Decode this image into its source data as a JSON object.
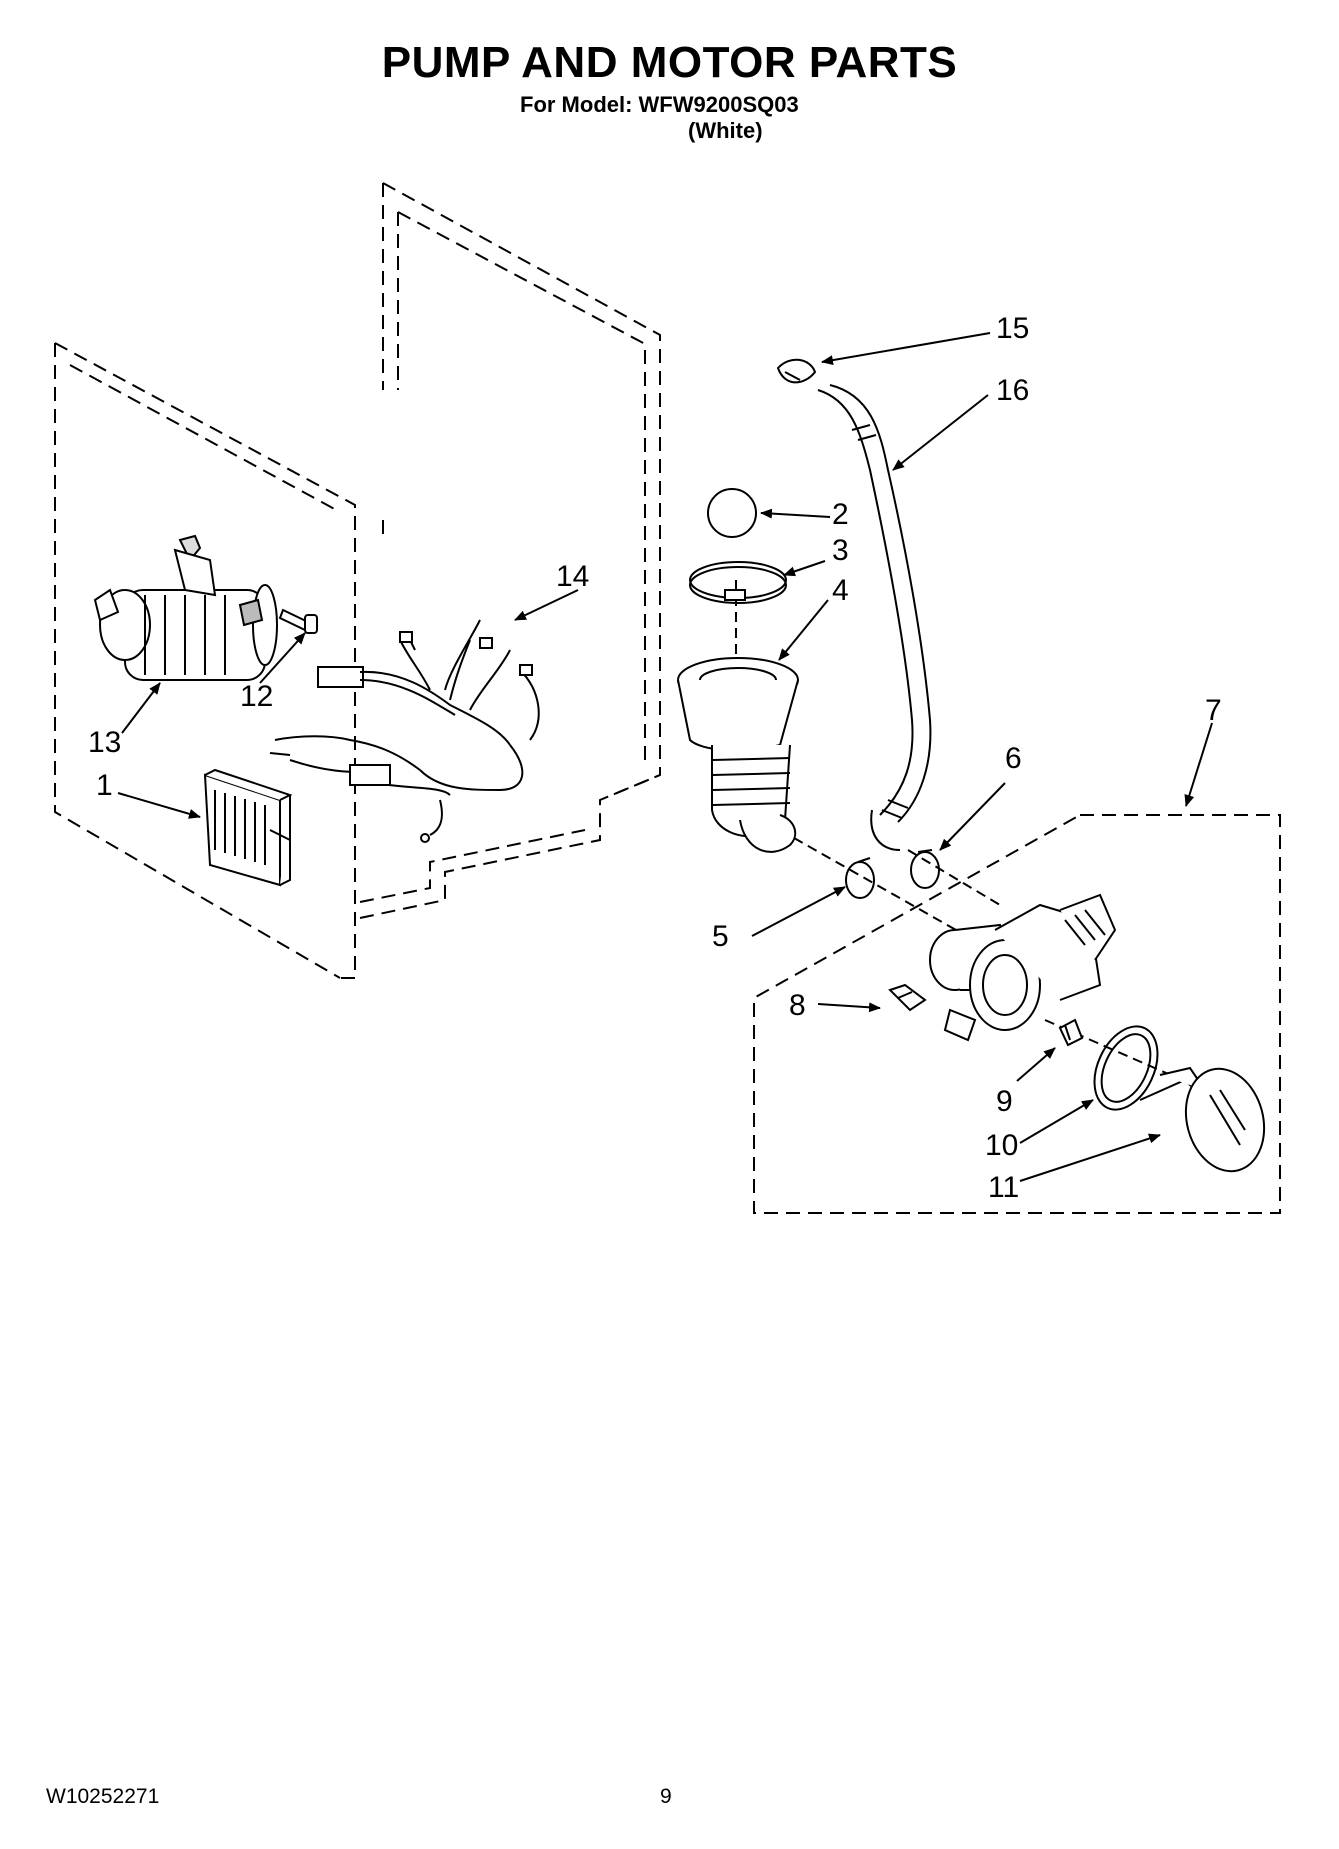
{
  "header": {
    "title": "PUMP AND MOTOR PARTS",
    "model_line": "For Model: WFW9200SQ03",
    "variant": "(White)"
  },
  "callouts": {
    "c1": "1",
    "c2": "2",
    "c3": "3",
    "c4": "4",
    "c5": "5",
    "c6": "6",
    "c7": "7",
    "c8": "8",
    "c9": "9",
    "c10": "10",
    "c11": "11",
    "c12": "12",
    "c13": "13",
    "c14": "14",
    "c15": "15",
    "c16": "16"
  },
  "footer": {
    "doc_number": "W10252271",
    "page_number": "9"
  }
}
